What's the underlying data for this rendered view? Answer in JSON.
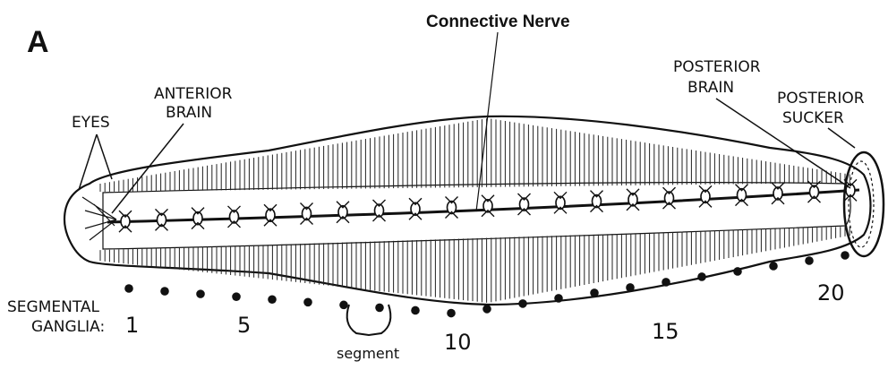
{
  "panel_letter": "A",
  "labels": {
    "connective_nerve": "Connective Nerve",
    "eyes": "EYES",
    "anterior_brain_line1": "ANTERIOR",
    "anterior_brain_line2": "BRAIN",
    "posterior_brain_line1": "POSTERIOR",
    "posterior_brain_line2": "BRAIN",
    "posterior_sucker_line1": "POSTERIOR",
    "posterior_sucker_line2": "SUCKER",
    "segmental_ganglia_line1": "SEGMENTAL",
    "segmental_ganglia_line2": "GANGLIA:",
    "segment": "segment"
  },
  "ganglia_numbers": [
    "1",
    "5",
    "10",
    "15",
    "20"
  ],
  "ganglia_count": 21,
  "colors": {
    "ink": "#111111",
    "background": "#ffffff"
  }
}
